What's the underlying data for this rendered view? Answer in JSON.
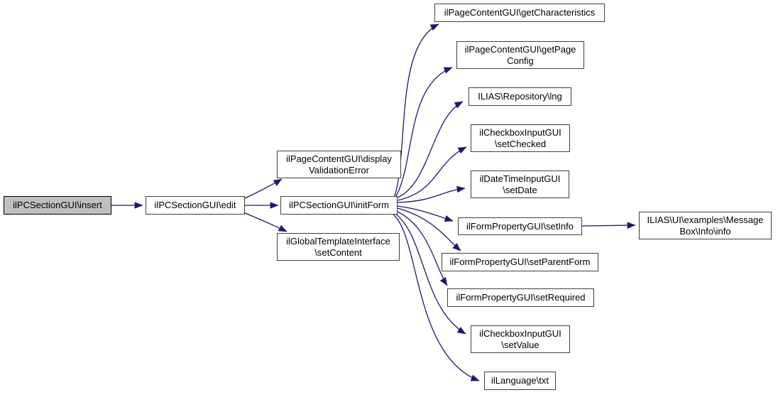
{
  "diagram": {
    "type": "call-graph",
    "colors": {
      "edge": "#191970",
      "node_border": "#404040",
      "node_fill": "#ffffff",
      "highlight_fill": "#bfbfbf",
      "text": "#000000",
      "background": "#ffffff"
    },
    "nodes": {
      "insert": {
        "label": "ilPCSectionGUI\\insert",
        "highlighted": true
      },
      "edit": {
        "label": "ilPCSectionGUI\\edit"
      },
      "display_validation_error": {
        "label": "ilPageContentGUI\\display\nValidationError"
      },
      "init_form": {
        "label": "ilPCSectionGUI\\initForm"
      },
      "set_content": {
        "label": "ilGlobalTemplateInterface\n\\setContent"
      },
      "get_characteristics": {
        "label": "ilPageContentGUI\\getCharacteristics"
      },
      "get_page_config": {
        "label": "ilPageContentGUI\\getPage\nConfig"
      },
      "lng": {
        "label": "ILIAS\\Repository\\lng"
      },
      "set_checked": {
        "label": "ilCheckboxInputGUI\n\\setChecked"
      },
      "set_date": {
        "label": "ilDateTimeInputGUI\n\\setDate"
      },
      "set_info": {
        "label": "ilFormPropertyGUI\\setInfo"
      },
      "set_parent_form": {
        "label": "ilFormPropertyGUI\\setParentForm"
      },
      "set_required": {
        "label": "ilFormPropertyGUI\\setRequired"
      },
      "set_value": {
        "label": "ilCheckboxInputGUI\n\\setValue"
      },
      "txt": {
        "label": "ilLanguage\\txt"
      },
      "message_box_info": {
        "label": "ILIAS\\UI\\examples\\Message\nBox\\Info\\info"
      }
    },
    "edges": [
      {
        "from": "insert",
        "to": "edit"
      },
      {
        "from": "edit",
        "to": "display_validation_error"
      },
      {
        "from": "edit",
        "to": "init_form"
      },
      {
        "from": "edit",
        "to": "set_content"
      },
      {
        "from": "init_form",
        "to": "get_characteristics"
      },
      {
        "from": "init_form",
        "to": "get_page_config"
      },
      {
        "from": "init_form",
        "to": "lng"
      },
      {
        "from": "init_form",
        "to": "set_checked"
      },
      {
        "from": "init_form",
        "to": "set_date"
      },
      {
        "from": "init_form",
        "to": "set_info"
      },
      {
        "from": "init_form",
        "to": "set_parent_form"
      },
      {
        "from": "init_form",
        "to": "set_required"
      },
      {
        "from": "init_form",
        "to": "set_value"
      },
      {
        "from": "init_form",
        "to": "txt"
      },
      {
        "from": "set_info",
        "to": "message_box_info"
      }
    ]
  }
}
